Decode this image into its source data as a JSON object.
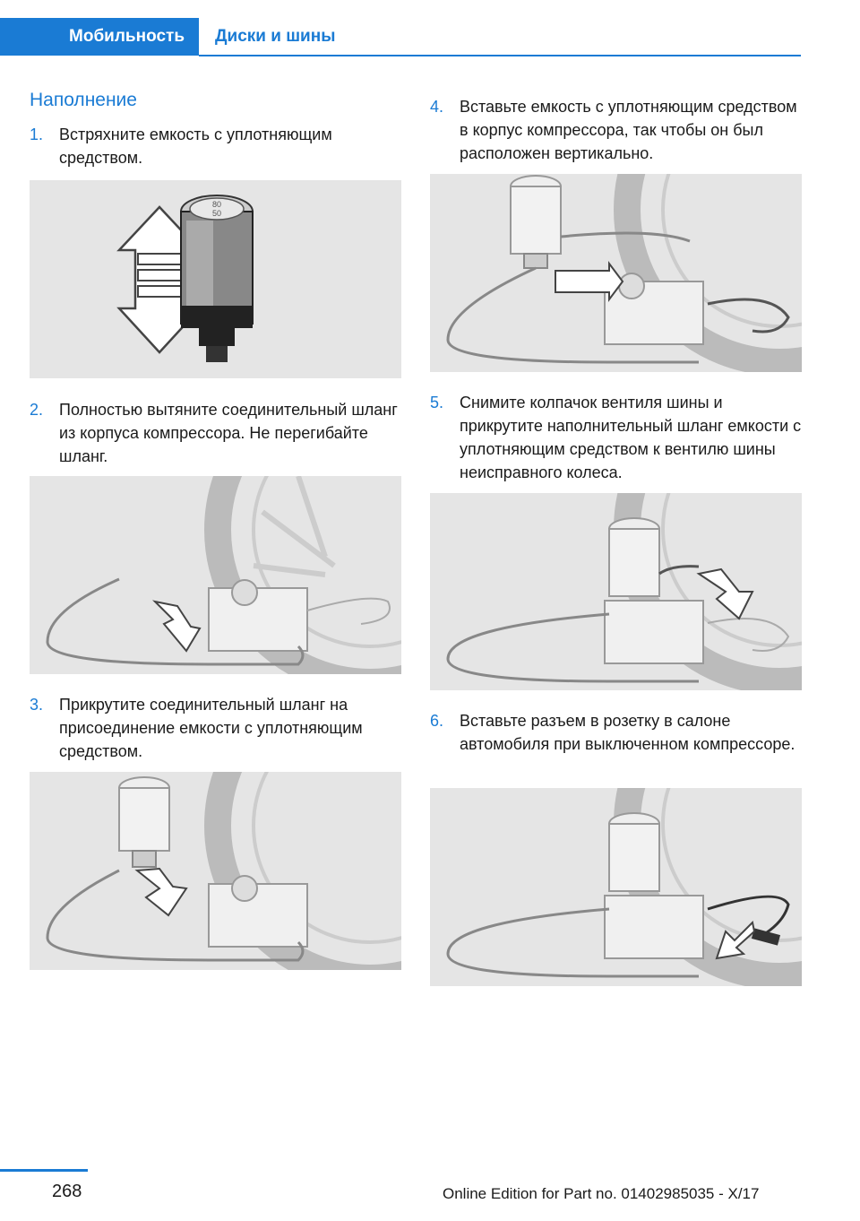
{
  "header": {
    "active_tab": "Мобильность",
    "inactive_tab": "Диски и шины"
  },
  "section_title": "Наполнение",
  "steps": [
    {
      "num": "1.",
      "text": "Встряхните емкость с уплотняющим средством."
    },
    {
      "num": "2.",
      "text": "Полностью вытяните соединительный шланг из корпуса компрессора. Не перегибайте шланг."
    },
    {
      "num": "3.",
      "text": "Прикрутите соединительный шланг на присоединение емкости с уплотняющим средством."
    },
    {
      "num": "4.",
      "text": "Вставьте емкость с уплотняющим средством в корпус компрессора, так чтобы он был расположен вертикально."
    },
    {
      "num": "5.",
      "text": "Снимите колпачок вентиля шины и прикрутите наполнительный шланг емкости с уплотняющим средством к вентилю шины неисправного колеса."
    },
    {
      "num": "6.",
      "text": "Вставьте разъем в розетку в салоне автомобиля при выключенном компрессоре."
    }
  ],
  "bottle_label": [
    "80",
    "50"
  ],
  "colors": {
    "accent": "#1a7bd4",
    "figure_bg": "#e5e5e5"
  },
  "footer": {
    "page_number": "268",
    "edition": "Online Edition for Part no. 01402985035 - X/17"
  }
}
